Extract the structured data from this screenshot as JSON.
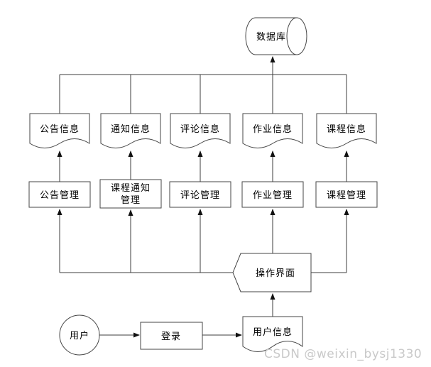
{
  "diagram": {
    "database": {
      "label": "数据库"
    },
    "documents": [
      {
        "label": "公告信息"
      },
      {
        "label": "通知信息"
      },
      {
        "label": "评论信息"
      },
      {
        "label": "作业信息"
      },
      {
        "label": "课程信息"
      }
    ],
    "managers": [
      {
        "label": "公告管理"
      },
      {
        "label_line1": "课程通知",
        "label_line2": "管理"
      },
      {
        "label": "评论管理"
      },
      {
        "label": "作业管理"
      },
      {
        "label": "课程管理"
      }
    ],
    "operation_panel": {
      "label": "操作界面"
    },
    "user": {
      "label": "用户"
    },
    "login": {
      "label": "登录"
    },
    "user_info": {
      "label": "用户信息"
    }
  },
  "watermark": {
    "text": "CSDN @weixin_bysj1330"
  },
  "colors": {
    "stroke": "#444444",
    "text": "#000000",
    "arrow": "#111111",
    "watermark": "#c9c9c9",
    "background": "#ffffff"
  }
}
